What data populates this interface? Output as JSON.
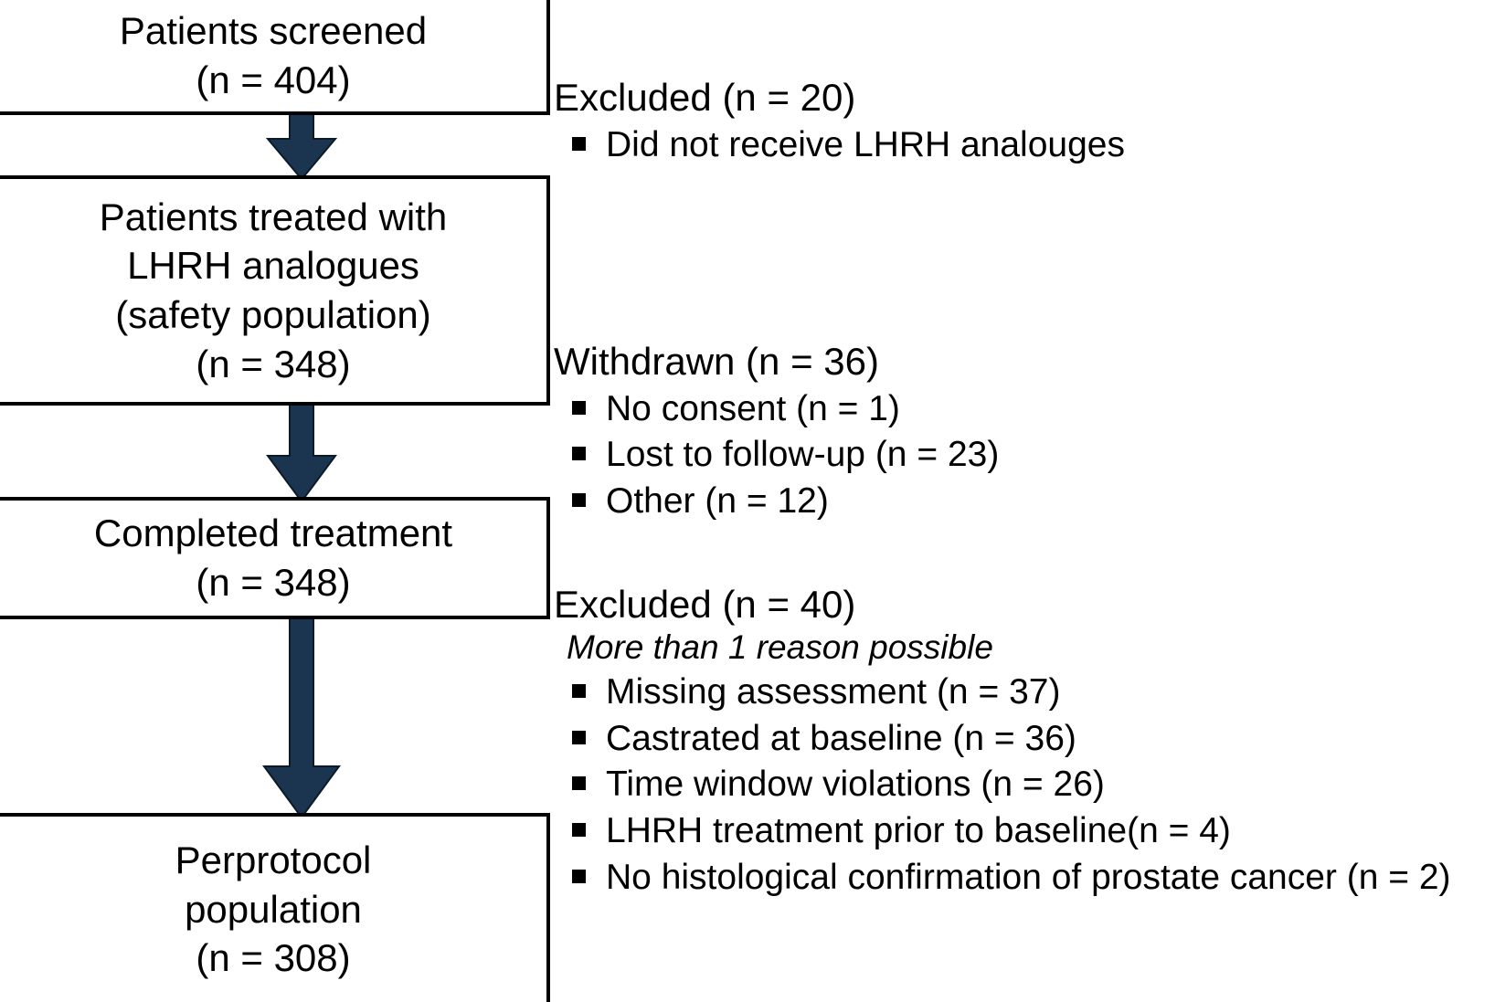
{
  "diagram": {
    "type": "flowchart",
    "title": "Patient disposition flow diagram",
    "accent_color": "#1b3550",
    "box_border_color": "#000000",
    "background_color": "#ffffff"
  },
  "boxes": [
    {
      "name": "patients-screened",
      "lines": [
        "Patients screened",
        "(n = 404)"
      ],
      "label": "Patients screened",
      "count_text": "(n = 404)",
      "count": 404
    },
    {
      "name": "patients-treated",
      "lines": [
        "Patients treated with",
        "LHRH analogues",
        "(safety population)",
        "(n = 348)"
      ],
      "label": "Patients treated with LHRH analogues (safety population)",
      "count_text": "(n = 348)",
      "count": 348
    },
    {
      "name": "completed-treatment",
      "lines": [
        "Completed treatment",
        "(n = 348)"
      ],
      "label": "Completed treatment",
      "count_text": "(n = 348)",
      "count": 348
    },
    {
      "name": "perprotocol-population",
      "lines": [
        "Perprotocol",
        "population",
        "(n = 308)"
      ],
      "label": "Perprotocol population",
      "count_text": "(n = 308)",
      "count": 308
    }
  ],
  "notes": [
    {
      "name": "excluded-20",
      "title": "Excluded (n = 20)",
      "count": 20,
      "subtitle": "",
      "items": [
        "Did not receive LHRH analouges"
      ]
    },
    {
      "name": "withdrawn-36",
      "title": "Withdrawn (n = 36)",
      "count": 36,
      "subtitle": "",
      "items": [
        "No consent (n = 1)",
        "Lost to follow-up (n = 23)",
        "Other (n = 12)"
      ]
    },
    {
      "name": "excluded-40",
      "title": "Excluded (n = 40)",
      "count": 40,
      "subtitle": "More than 1 reason possible",
      "items": [
        "Missing assessment (n = 37)",
        "Castrated at baseline (n = 36)",
        "Time window violations (n = 26)",
        "LHRH treatment prior to baseline(n = 4)",
        "No histological confirmation of prostate cancer (n = 2)"
      ]
    }
  ],
  "arrows": [
    {
      "name": "arrow-screened-to-treated",
      "from": "patients-screened",
      "to": "patients-treated",
      "direction": "down"
    },
    {
      "name": "arrow-treated-to-completed",
      "from": "patients-treated",
      "to": "completed-treatment",
      "direction": "down"
    },
    {
      "name": "arrow-completed-to-perprotocol",
      "from": "completed-treatment",
      "to": "perprotocol-population",
      "direction": "down"
    }
  ]
}
